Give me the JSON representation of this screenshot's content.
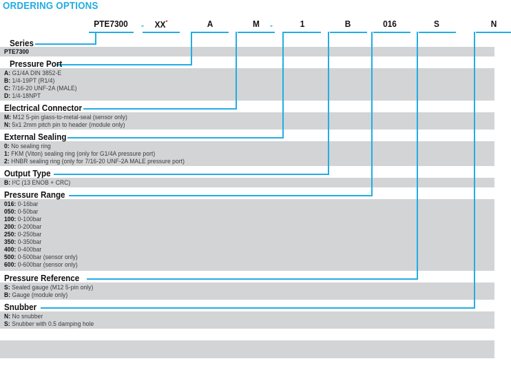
{
  "title": "ORDERING OPTIONS",
  "accent_color": "#22ace3",
  "band_color": "#d2d4d6",
  "asterisk_color": "#e2231a",
  "part_number": {
    "segments": [
      {
        "code": "PTE7300",
        "note": ""
      },
      {
        "code": "XX",
        "note": "*"
      },
      {
        "code": "A",
        "note": ""
      },
      {
        "code": "M",
        "note": ""
      },
      {
        "code": "1",
        "note": ""
      },
      {
        "code": "B",
        "note": ""
      },
      {
        "code": "016",
        "note": ""
      },
      {
        "code": "S",
        "note": ""
      },
      {
        "code": "N",
        "note": ""
      }
    ],
    "separator": "-"
  },
  "sections": [
    {
      "id": "series",
      "header": "Series",
      "options": [
        {
          "code": "PTE7300",
          "desc": ""
        }
      ]
    },
    {
      "id": "pressure-port",
      "header": "Pressure Port",
      "options": [
        {
          "code": "A:",
          "desc": "G1/4A DIN 3852-E"
        },
        {
          "code": "B:",
          "desc": "1/4-19PT (R1/4)"
        },
        {
          "code": "C:",
          "desc": "7/16-20 UNF-2A (MALE)"
        },
        {
          "code": "D:",
          "desc": "1/4-18NPT"
        }
      ]
    },
    {
      "id": "electrical-connector",
      "header": "Electrical Connector",
      "options": [
        {
          "code": "M:",
          "desc": "M12 5-pin glass-to-metal-seal (sensor only)"
        },
        {
          "code": "N:",
          "desc": "5x1 2mm pitch pin to header (module only)"
        }
      ]
    },
    {
      "id": "external-sealing",
      "header": "External Sealing",
      "options": [
        {
          "code": "0:",
          "desc": "No sealing ring"
        },
        {
          "code": "1:",
          "desc": "FKM (Viton) sealing ring (only for G1/4A pressure port)"
        },
        {
          "code": "2:",
          "desc": "HNBR sealing ring (only for 7/16-20 UNF-2A MALE pressure port)"
        }
      ]
    },
    {
      "id": "output-type",
      "header": "Output Type",
      "options": [
        {
          "code": "B:",
          "desc": "I²C (13 ENOB + CRC)"
        }
      ]
    },
    {
      "id": "pressure-range",
      "header": "Pressure Range",
      "options": [
        {
          "code": "016:",
          "desc": "0-16bar"
        },
        {
          "code": "050:",
          "desc": "0-50bar"
        },
        {
          "code": "100:",
          "desc": "0-100bar"
        },
        {
          "code": "200:",
          "desc": "0-200bar"
        },
        {
          "code": "250:",
          "desc": "0-250bar"
        },
        {
          "code": "350:",
          "desc": "0-350bar"
        },
        {
          "code": "400:",
          "desc": "0-400bar"
        },
        {
          "code": "500:",
          "desc": "0-500bar (sensor only)"
        },
        {
          "code": "600:",
          "desc": "0-600bar (sensor only)"
        }
      ]
    },
    {
      "id": "pressure-reference",
      "header": "Pressure Reference",
      "options": [
        {
          "code": "S:",
          "desc": "Sealed gauge (M12 5-pin only)"
        },
        {
          "code": "B:",
          "desc": "Gauge (module only)"
        }
      ]
    },
    {
      "id": "snubber",
      "header": "Snubber",
      "options": [
        {
          "code": "N:",
          "desc": "No snubber"
        },
        {
          "code": "S:",
          "desc": "Snubber with 0.5 damping hole"
        }
      ]
    }
  ]
}
